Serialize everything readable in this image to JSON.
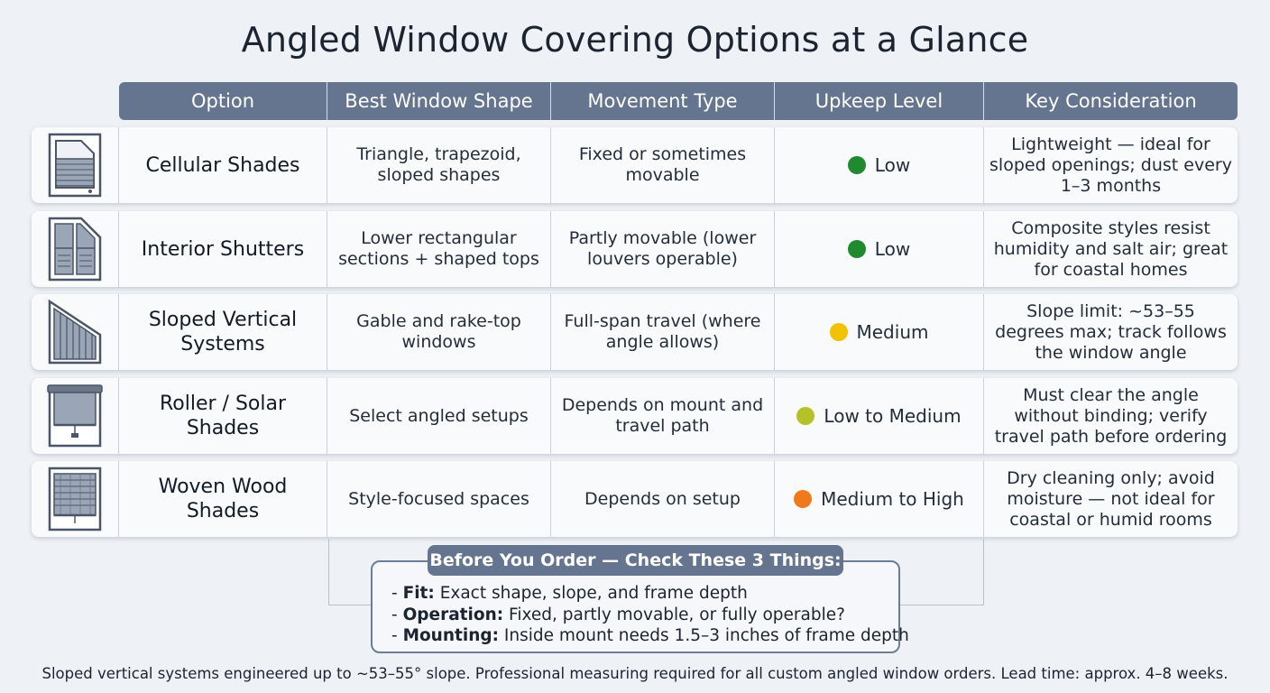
{
  "title": "Angled Window Covering Options at a Glance",
  "columns": [
    "Option",
    "Best Window Shape",
    "Movement Type",
    "Upkeep Level",
    "Key Consideration"
  ],
  "rows": [
    {
      "icon": "cellular-shade-icon",
      "option": "Cellular Shades",
      "shape": "Triangle, trapezoid, sloped shapes",
      "movement": "Fixed or sometimes movable",
      "upkeep": "Low",
      "upkeep_color": "#1f8a2e",
      "consideration": "Lightweight — ideal for sloped openings; dust every 1–3 months"
    },
    {
      "icon": "interior-shutter-icon",
      "option": "Interior Shutters",
      "shape": "Lower rectangular sections + shaped tops",
      "movement": "Partly movable (lower louvers operable)",
      "upkeep": "Low",
      "upkeep_color": "#1f8a2e",
      "consideration": "Composite styles resist humidity and salt air; great for coastal homes"
    },
    {
      "icon": "sloped-vertical-blind-icon",
      "option": "Sloped Vertical Systems",
      "shape": "Gable and rake-top windows",
      "movement": "Full-span travel (where angle allows)",
      "upkeep": "Medium",
      "upkeep_color": "#f2c200",
      "consideration": "Slope limit: ~53–55 degrees max; track follows the window angle"
    },
    {
      "icon": "roller-shade-icon",
      "option": "Roller / Solar Shades",
      "shape": "Select angled setups",
      "movement": "Depends on mount and travel path",
      "upkeep": "Low to Medium",
      "upkeep_color": "#b5c128",
      "consideration": "Must clear the angle without binding; verify travel path before ordering"
    },
    {
      "icon": "woven-wood-shade-icon",
      "option": "Woven Wood Shades",
      "shape": "Style-focused spaces",
      "movement": "Depends on setup",
      "upkeep": "Medium to High",
      "upkeep_color": "#ee7a1c",
      "consideration": "Dry cleaning only; avoid moisture — not ideal for coastal or humid rooms"
    }
  ],
  "checklist": {
    "title": "Before You Order — Check These 3 Things:",
    "items": [
      {
        "label": "Fit:",
        "text": "Exact shape, slope, and frame depth"
      },
      {
        "label": "Operation:",
        "text": "Fixed, partly movable, or fully operable?"
      },
      {
        "label": "Mounting:",
        "text": "Inside mount needs 1.5–3 inches of frame depth"
      }
    ]
  },
  "footer": "Sloped vertical systems engineered up to ~53–55° slope. Professional measuring required for all custom angled window orders. Lead time: approx. 4–8 weeks."
}
